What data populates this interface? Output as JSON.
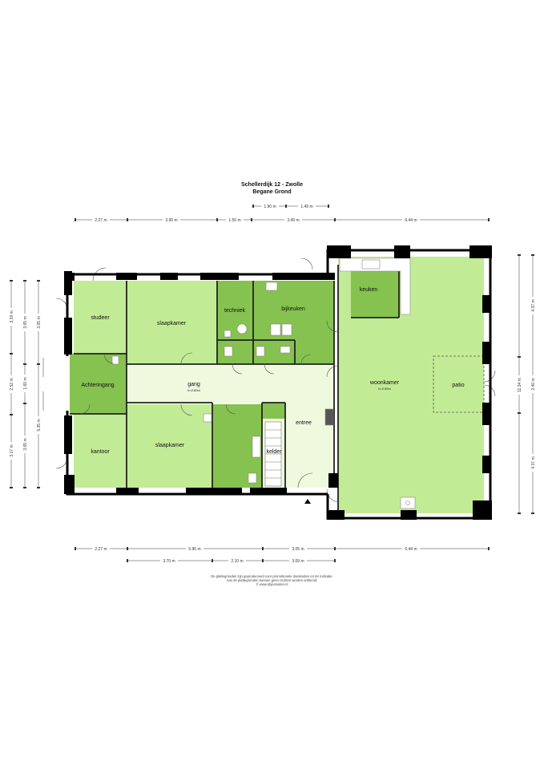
{
  "header": {
    "title": "Schellerdijk 12 - Zwolle",
    "subtitle": "Begane Grond"
  },
  "colors": {
    "light_green": "#c2eb96",
    "mid_green": "#86c24f",
    "pale_green": "#eef9de",
    "wall": "#000000"
  },
  "rooms": {
    "studeer": "studeer",
    "slaapkamer_top": "slaapkamer",
    "techniek": "techniek",
    "bijkeuken": "bijkeuken",
    "keuken": "keuken",
    "achteringang": "Achteringang",
    "gang": "gang",
    "gang_height": "h=2.60m",
    "woonkamer": "woonkamer",
    "woonkamer_height": "h=2.90m",
    "patio": "patio",
    "entree": "entree",
    "kantoor": "kantoor",
    "slaapkamer_bottom": "slaapkamer",
    "kelder": "kelder"
  },
  "dims": {
    "top_small_1": "1.90 m",
    "top_small_2": "1.49 m",
    "top_1": "2.27 m",
    "top_2": "3.90 m",
    "top_3": "1.50 m",
    "top_4": "3.49 m",
    "top_5": "6.44 m",
    "bottom_1": "2.27 m",
    "bottom_2": "5.90 m",
    "bottom_3": "3.05 m",
    "bottom_4": "6.44 m",
    "bottom_5": "3.70 m",
    "bottom_6": "2.10 m",
    "bottom_7": "3.09 m",
    "left_1": "3.19 m",
    "left_2": "2.52 m",
    "left_3": "3.17 m",
    "left_4": "3.65 m",
    "left_5": "1.60 m",
    "left_6": "3.65 m",
    "left_7": "3.65 m",
    "left_8": "5.35 m",
    "right_1": "4.37 m",
    "right_2": "2.40 m",
    "right_3": "4.37 m",
    "right_total": "11.34 m"
  },
  "footer": {
    "line1": "De plattegronden zijn geproduceerd voor promotionele doeleinden en ter indicatie.",
    "line2": "Aan de plattegronden kunnen geen rechten worden ontleend.",
    "line3": "© www.objectvideo.nl"
  }
}
